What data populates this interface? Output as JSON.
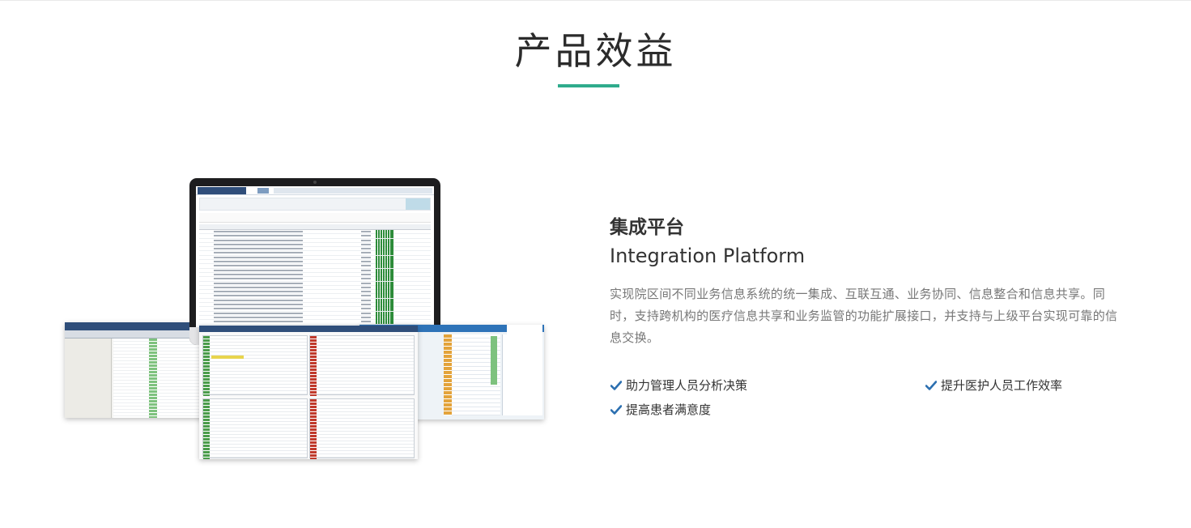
{
  "section": {
    "title": "产品效益",
    "accent_color": "#2fab8c"
  },
  "feature": {
    "title_cn": "集成平台",
    "title_en": "Integration Platform",
    "description": "实现院区间不同业务信息系统的统一集成、互联互通、业务协同、信息整合和信息共享。同时，支持跨机构的医疗信息共享和业务监管的功能扩展接口，并支持与上级平台实现可靠的信息交换。",
    "benefits": [
      {
        "label": "助力管理人员分析决策",
        "icon": "check-icon"
      },
      {
        "label": "提升医护人员工作效率",
        "icon": "check-icon"
      },
      {
        "label": "提高患者满意度",
        "icon": "check-icon"
      }
    ],
    "check_color": "#2b6fb0"
  },
  "illustration": {
    "icon": "apple-logo-icon"
  }
}
